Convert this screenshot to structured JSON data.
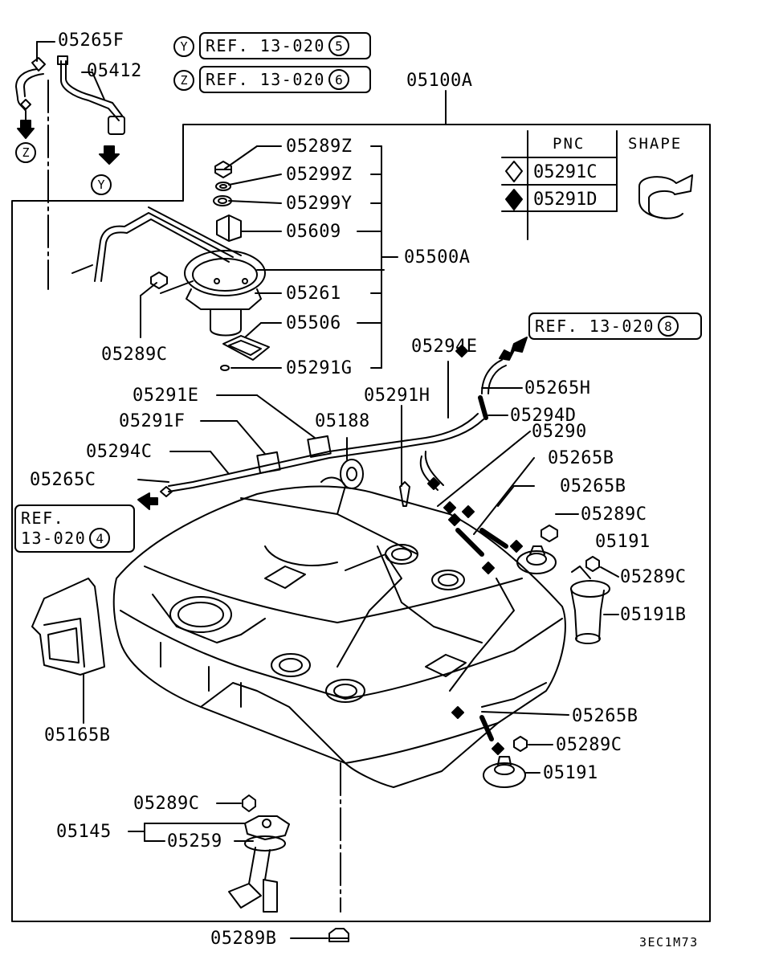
{
  "refs": {
    "y_ref": {
      "marker": "Y",
      "text": "REF. 13-020",
      "num": "5"
    },
    "z_ref": {
      "marker": "Z",
      "text": "REF. 13-020",
      "num": "6"
    },
    "ref8": {
      "text": "REF. 13-020",
      "num": "8"
    },
    "ref4": {
      "line1": "REF.",
      "line2": "13-020",
      "num": "4"
    }
  },
  "markers": {
    "z": "Z",
    "y": "Y"
  },
  "pnc_table": {
    "col_pnc": "PNC",
    "col_shape": "SHAPE",
    "rows": [
      {
        "symbol": "hollow-diamond",
        "pnc": "05291C"
      },
      {
        "symbol": "filled-diamond",
        "pnc": "05291D"
      }
    ]
  },
  "parts": {
    "p05265F": "05265F",
    "p05412": "05412",
    "p05100A": "05100A",
    "p05289Z": "05289Z",
    "p05299Z": "05299Z",
    "p05299Y": "05299Y",
    "p05609": "05609",
    "p05500A": "05500A",
    "p05261": "05261",
    "p05506": "05506",
    "p05291G": "05291G",
    "p05289C_a": "05289C",
    "p05294E": "05294E",
    "p05265H": "05265H",
    "p05291H": "05291H",
    "p05294D": "05294D",
    "p05291E": "05291E",
    "p05188": "05188",
    "p05290": "05290",
    "p05291F": "05291F",
    "p05265B_a": "05265B",
    "p05294C": "05294C",
    "p05265B_b": "05265B",
    "p05265C": "05265C",
    "p05289C_b": "05289C",
    "p05191_a": "05191",
    "p05289C_c": "05289C",
    "p05191B": "05191B",
    "p05165B": "05165B",
    "p05265B_c": "05265B",
    "p05289C_d": "05289C",
    "p05191_b": "05191",
    "p05289C_e": "05289C",
    "p05145": "05145",
    "p05259": "05259",
    "p05289B": "05289B"
  },
  "diagram_code": "3EC1M73"
}
